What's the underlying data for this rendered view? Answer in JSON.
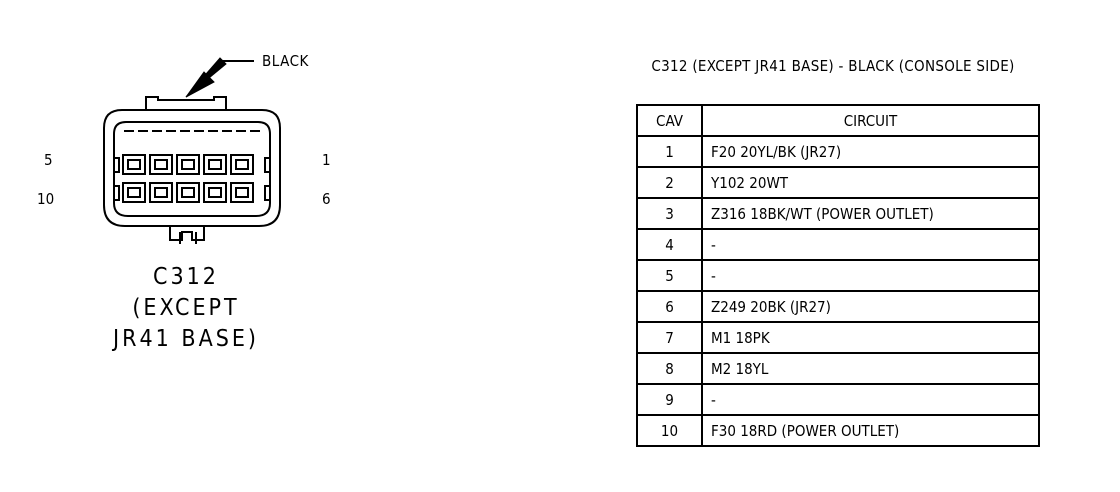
{
  "connector": {
    "color_label": "BLACK",
    "pin_labels": {
      "top_left": "5",
      "top_right": "1",
      "bottom_left": "10",
      "bottom_right": "6"
    },
    "name_lines": [
      "C312",
      "(EXCEPT",
      "JR41 BASE)"
    ]
  },
  "table": {
    "title": "C312 (EXCEPT JR41 BASE) - BLACK (CONSOLE SIDE)",
    "headers": {
      "cav": "CAV",
      "circuit": "CIRCUIT"
    },
    "rows": [
      {
        "cav": "1",
        "circuit": "F20 20YL/BK (JR27)"
      },
      {
        "cav": "2",
        "circuit": "Y102 20WT"
      },
      {
        "cav": "3",
        "circuit": "Z316 18BK/WT (POWER OUTLET)"
      },
      {
        "cav": "4",
        "circuit": "-"
      },
      {
        "cav": "5",
        "circuit": "-"
      },
      {
        "cav": "6",
        "circuit": "Z249 20BK (JR27)"
      },
      {
        "cav": "7",
        "circuit": "M1 18PK"
      },
      {
        "cav": "8",
        "circuit": "M2 18YL"
      },
      {
        "cav": "9",
        "circuit": "-"
      },
      {
        "cav": "10",
        "circuit": "F30 18RD (POWER OUTLET)"
      }
    ]
  }
}
